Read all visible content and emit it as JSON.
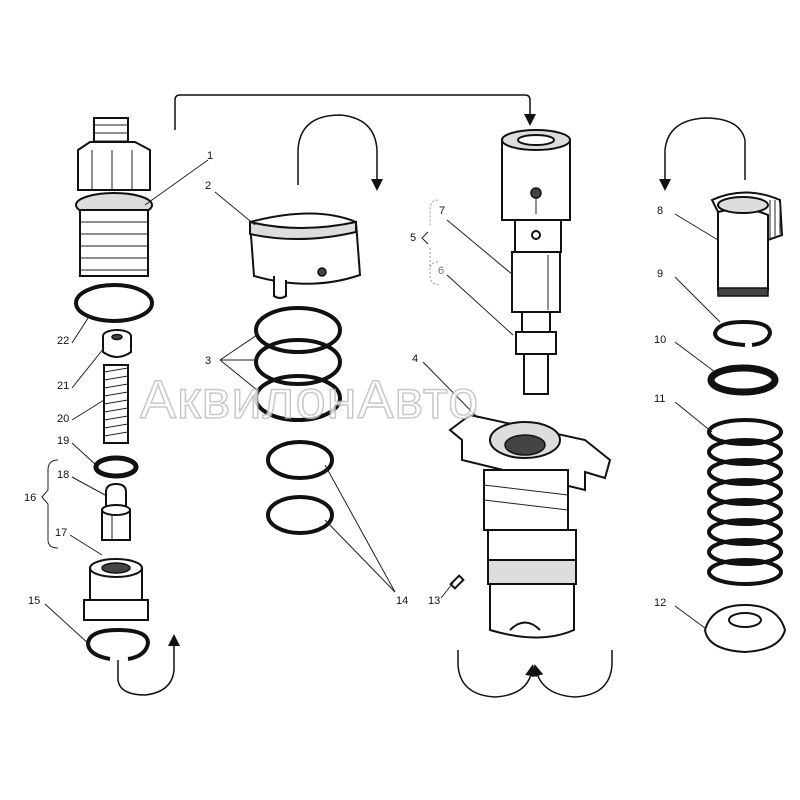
{
  "diagram": {
    "type": "exploded-parts-view",
    "watermark": "АквилонАвто",
    "labels": {
      "n1": "1",
      "n2": "2",
      "n3": "3",
      "n4": "4",
      "n5": "5",
      "n6": "6",
      "n7": "7",
      "n8": "8",
      "n9": "9",
      "n10": "10",
      "n11": "11",
      "n12": "12",
      "n13": "13",
      "n14": "14",
      "n15": "15",
      "n16": "16",
      "n17": "17",
      "n18": "18",
      "n19": "19",
      "n20": "20",
      "n21": "21",
      "n22": "22"
    }
  }
}
